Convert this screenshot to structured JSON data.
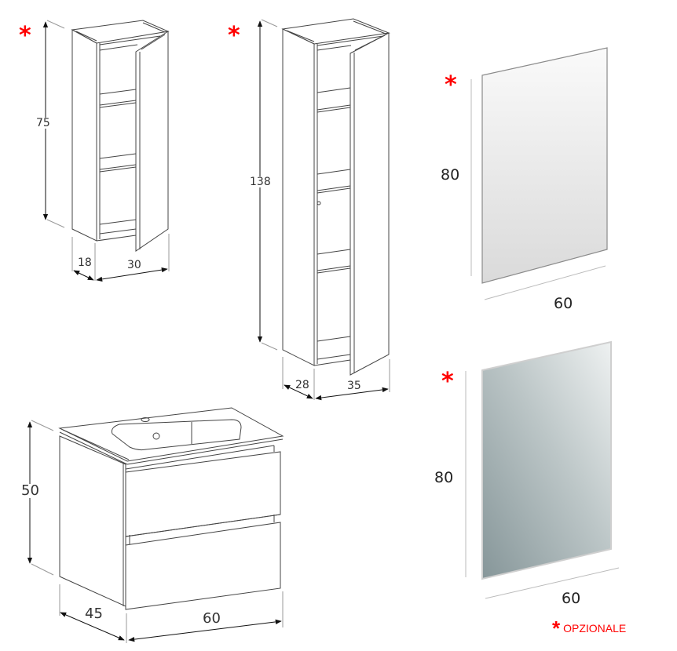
{
  "products": {
    "wall_cabinet_small": {
      "optional_marker": "*",
      "height": "75",
      "depth": "18",
      "width": "30"
    },
    "tall_column": {
      "optional_marker": "*",
      "height": "138",
      "depth": "28",
      "width": "35"
    },
    "mirror_top": {
      "optional_marker": "*",
      "height": "80",
      "width": "60"
    },
    "vanity_base": {
      "height": "50",
      "depth": "45",
      "width": "60"
    },
    "mirror_bottom": {
      "optional_marker": "*",
      "height": "80",
      "width": "60"
    }
  },
  "legend": {
    "marker": "*",
    "label": "OPZIONALE"
  },
  "colors": {
    "marker": "#ff0000",
    "line": "#444444",
    "dimension_line": "#9a9a9a",
    "mirror_light_top": "#f6f6f6",
    "mirror_light_bottom": "#dcdcdc",
    "mirror_dark_light": "#e4e8e8",
    "mirror_dark_shadow": "#8c9c9e"
  }
}
